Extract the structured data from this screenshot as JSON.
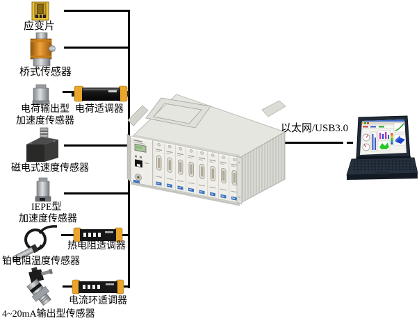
{
  "diagram": {
    "type": "system-connection-diagram",
    "link_label": "以太网/USB3.0"
  },
  "sensors": [
    {
      "name": "strain-gauge",
      "label": "应变片"
    },
    {
      "name": "bridge-sensor",
      "label": "桥式传感器"
    },
    {
      "name": "charge-output-accelerometer",
      "label_lines": [
        "电荷输出型",
        "加速度传感器"
      ],
      "conditioner": "电荷适调器"
    },
    {
      "name": "magnetoelectric-velocity-sensor",
      "label": "磁电式速度传感器"
    },
    {
      "name": "iepe-accelerometer",
      "label_lines": [
        "IEPE型",
        "加速度传感器"
      ]
    },
    {
      "name": "platinum-rtd-temperature-sensor",
      "label": "铂电阻温度传感器",
      "conditioner": "热电阻适调器"
    },
    {
      "name": "current-output-sensor",
      "label": "4~20mA输出型传感器",
      "conditioner": "电流环适调器"
    }
  ],
  "devices": {
    "chassis_icon": "daq-chassis-icon",
    "chassis_module_slots": 8,
    "laptop_icon": "laptop-icon"
  },
  "colors": {
    "wire": "#000000",
    "conditioner_cap": "#eaa62c",
    "conditioner_body": "#1c1c1c",
    "chassis_body": "#e8e8e2",
    "module_logo_blue": "#3a72c0",
    "laptop_body": "#232c3a"
  }
}
